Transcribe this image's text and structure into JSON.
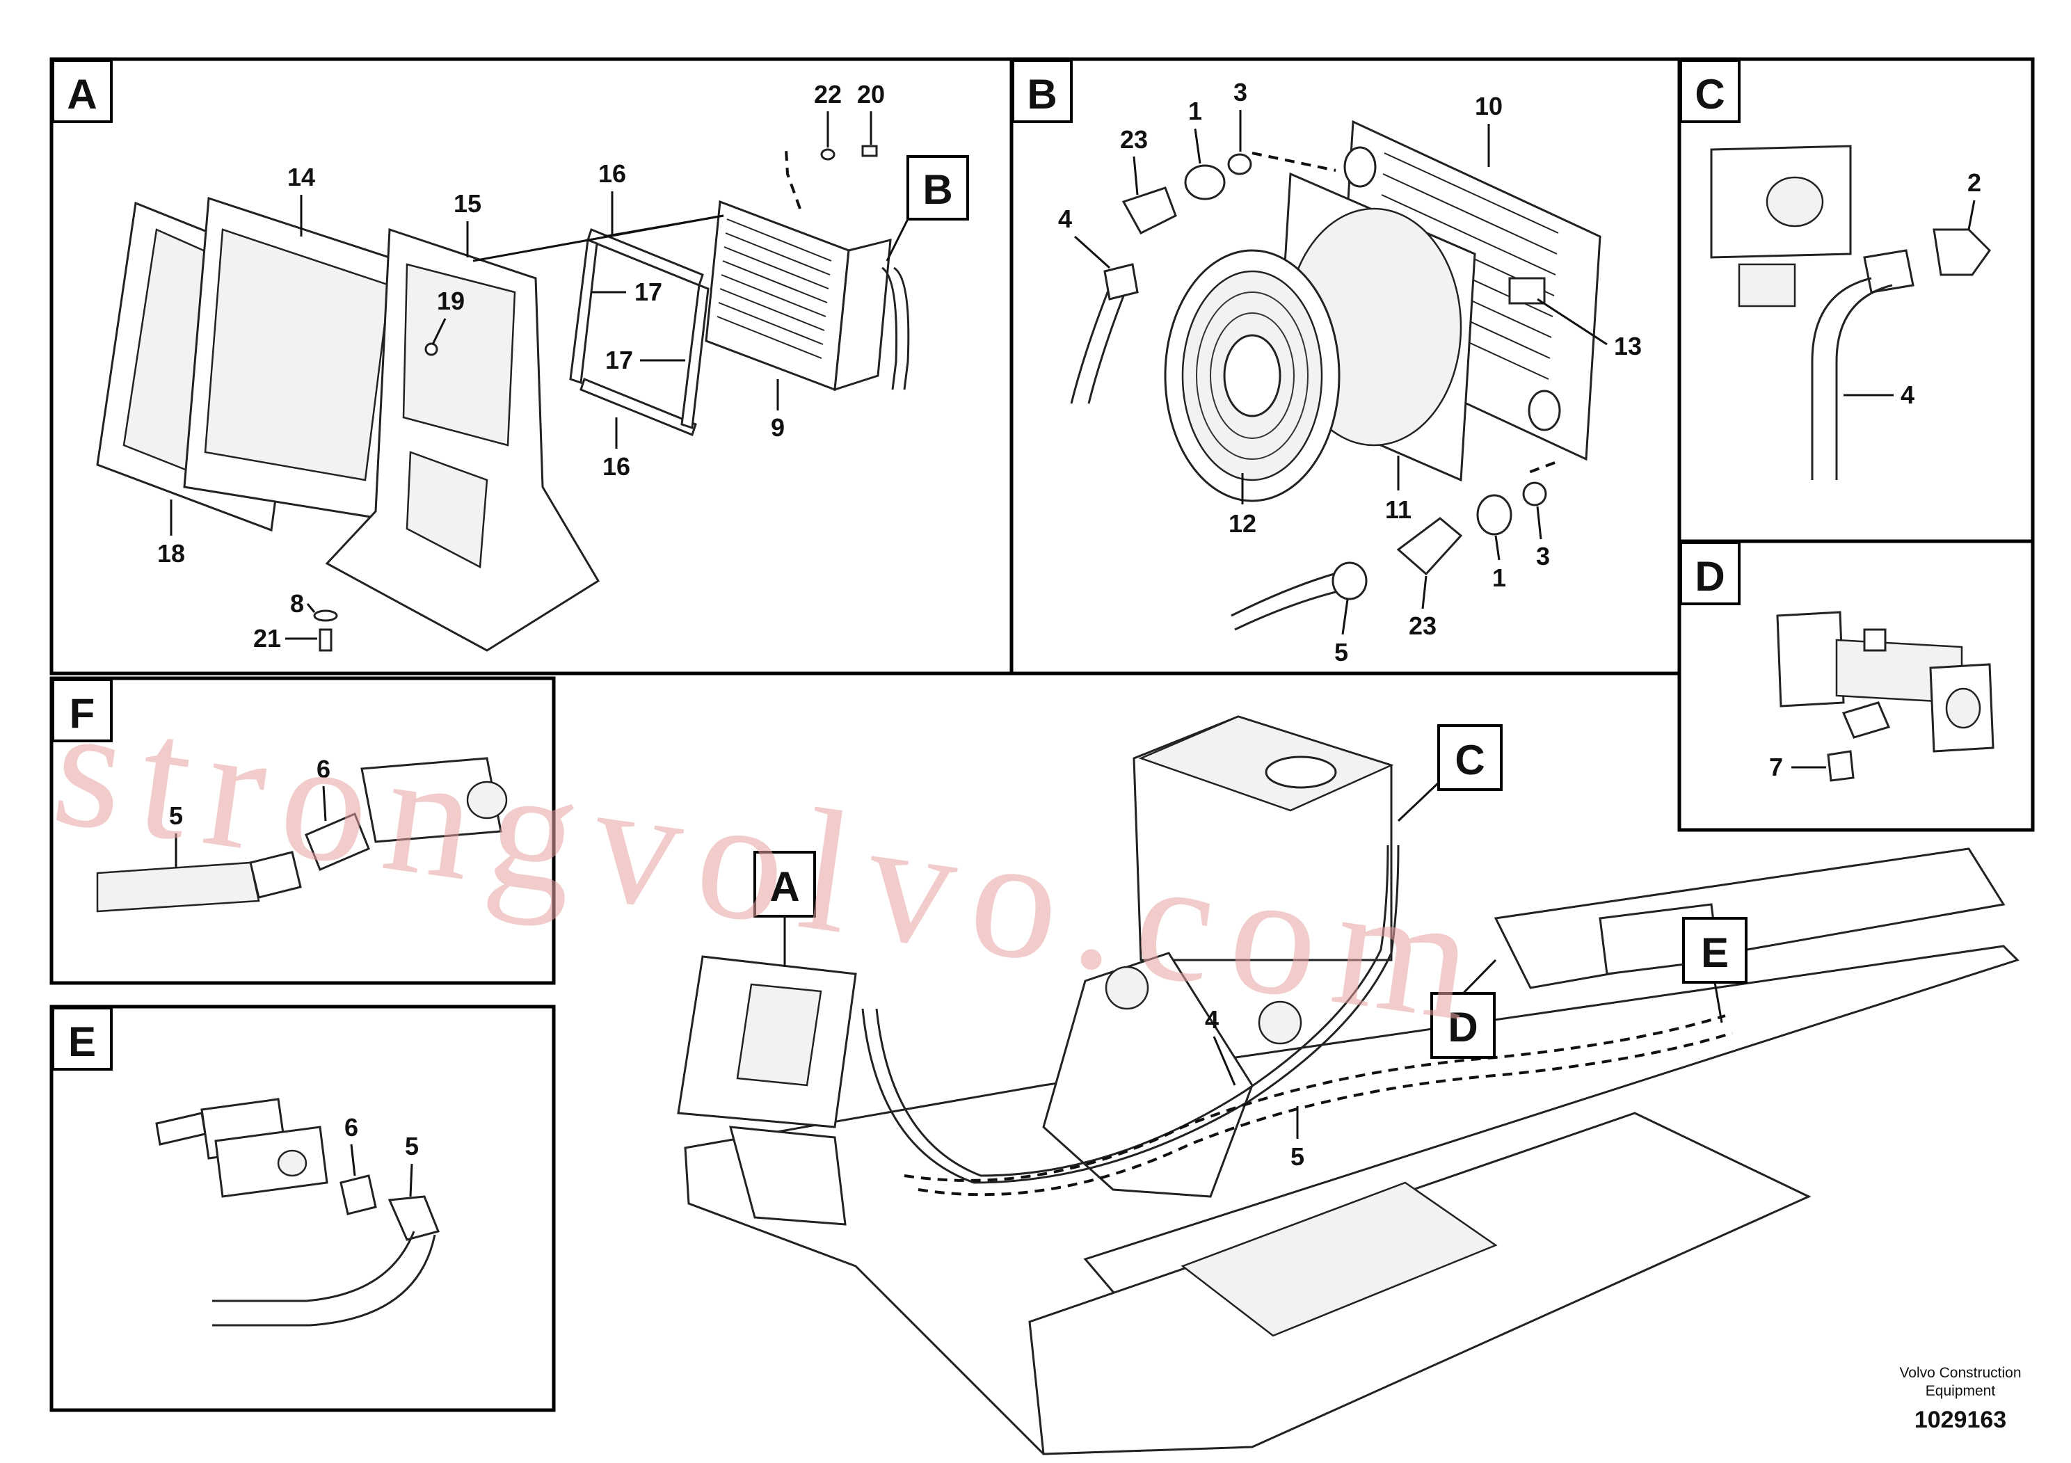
{
  "panels": {
    "A": {
      "tag": "A",
      "callouts": [
        "22",
        "20",
        "14",
        "15",
        "16",
        "19",
        "17",
        "17",
        "18",
        "9",
        "16",
        "8",
        "21"
      ]
    },
    "B": {
      "tag": "B",
      "callouts": [
        "1",
        "3",
        "10",
        "23",
        "4",
        "13",
        "12",
        "11",
        "1",
        "3",
        "23",
        "5"
      ]
    },
    "C": {
      "tag": "C",
      "callouts": [
        "2",
        "4"
      ]
    },
    "D": {
      "tag": "D",
      "callouts": [
        "7"
      ]
    },
    "F": {
      "tag": "F",
      "callouts": [
        "6",
        "5"
      ]
    },
    "E": {
      "tag": "E",
      "callouts": [
        "6",
        "5"
      ]
    },
    "overview": {
      "callouts": [
        "4",
        "5"
      ]
    }
  },
  "detail_refs": {
    "a": "A",
    "b": "B",
    "c": "C",
    "d": "D",
    "e": "E"
  },
  "watermark": "strongvolvo.com",
  "footer": {
    "line1": "Volvo Construction",
    "line2": "Equipment",
    "number": "1029163"
  }
}
